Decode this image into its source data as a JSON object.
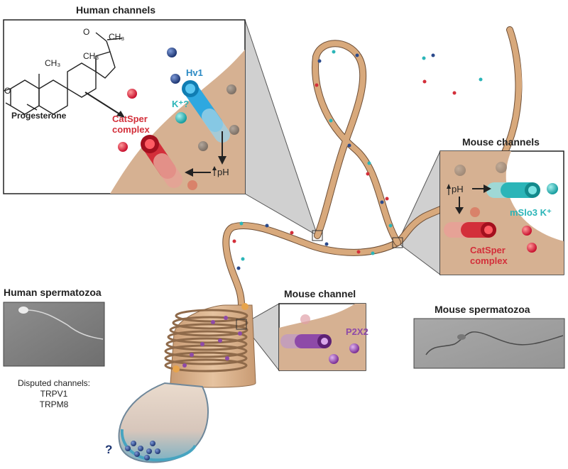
{
  "titles": {
    "human_channels": "Human channels",
    "mouse_channels": "Mouse channels",
    "mouse_channel": "Mouse channel",
    "human_spermatozoa": "Human spermatozoa",
    "mouse_spermatozoa": "Mouse spermatozoa"
  },
  "human_panel": {
    "progesterone": "Progesterone",
    "catsper": "CatSper\ncomplex",
    "hv1": "Hv1",
    "k_question": "K⁺?",
    "ph": "pH",
    "ch3_top": "CH₃",
    "ch3_a": "CH₃",
    "ch3_b": "CH₃",
    "oxygen_top": "O",
    "oxygen_ring": "O"
  },
  "mouse_panel": {
    "ph": "pH",
    "mslo3": "mSlo3 K⁺",
    "catsper": "CatSper\ncomplex"
  },
  "mouse_channel_panel": {
    "p2x2": "P2X2"
  },
  "disputed": {
    "heading": "Disputed channels:",
    "items": [
      "TRPV1",
      "TRPM8"
    ]
  },
  "head_question": "?",
  "colors": {
    "tail_fill": "#d8a97c",
    "membrane_fill": "#d6b192",
    "catsper_red": "#d32f3a",
    "hv1_blue": "#2ea8e0",
    "mslo3_teal": "#2bb5b8",
    "p2x2_purple": "#8e4aa8",
    "ion_blue": "#2b4a8c"
  }
}
